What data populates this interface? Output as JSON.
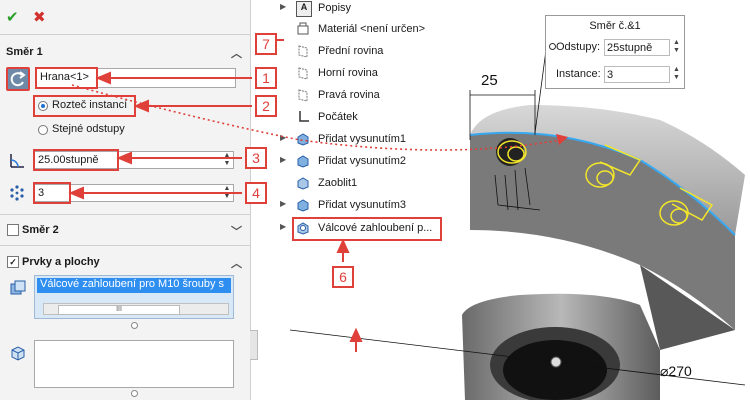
{
  "pm": {
    "ok": "✔",
    "cancel": "✖",
    "smer1": "Směr 1",
    "edge_value": "Hrana<1>",
    "radio1": "Rozteč instancí",
    "radio2": "Stejné odstupy",
    "angle_value": "25.00stupně",
    "count_value": "3",
    "smer2": "Směr 2",
    "features": "Prvky a plochy",
    "feature_item": "Válcové zahloubení pro M10 šrouby s",
    "scroll_thumb": "III"
  },
  "tree": {
    "items": [
      {
        "label": "Popisy"
      },
      {
        "label": "Materiál <není určen>"
      },
      {
        "label": "Přední rovina"
      },
      {
        "label": "Horní rovina"
      },
      {
        "label": "Pravá rovina"
      },
      {
        "label": "Počátek"
      },
      {
        "label": "Přidat vysunutím1"
      },
      {
        "label": "Přidat vysunutím2"
      },
      {
        "label": "Zaoblit1"
      },
      {
        "label": "Přidat vysunutím3"
      },
      {
        "label": "Válcové zahloubení p..."
      }
    ]
  },
  "popup": {
    "title": "Směr č.&1",
    "row1_label": "Odstupy:",
    "row1_value": "25stupně",
    "row2_label": "Instance:",
    "row2_value": "3"
  },
  "callouts": [
    "1",
    "2",
    "3",
    "4",
    "6",
    "7"
  ],
  "dims": {
    "d25": "25",
    "d270": "⌀270"
  },
  "colors": {
    "red": "#e0403a",
    "blue_sel": "#2f8ff0",
    "yellow": "#f3e62a"
  }
}
